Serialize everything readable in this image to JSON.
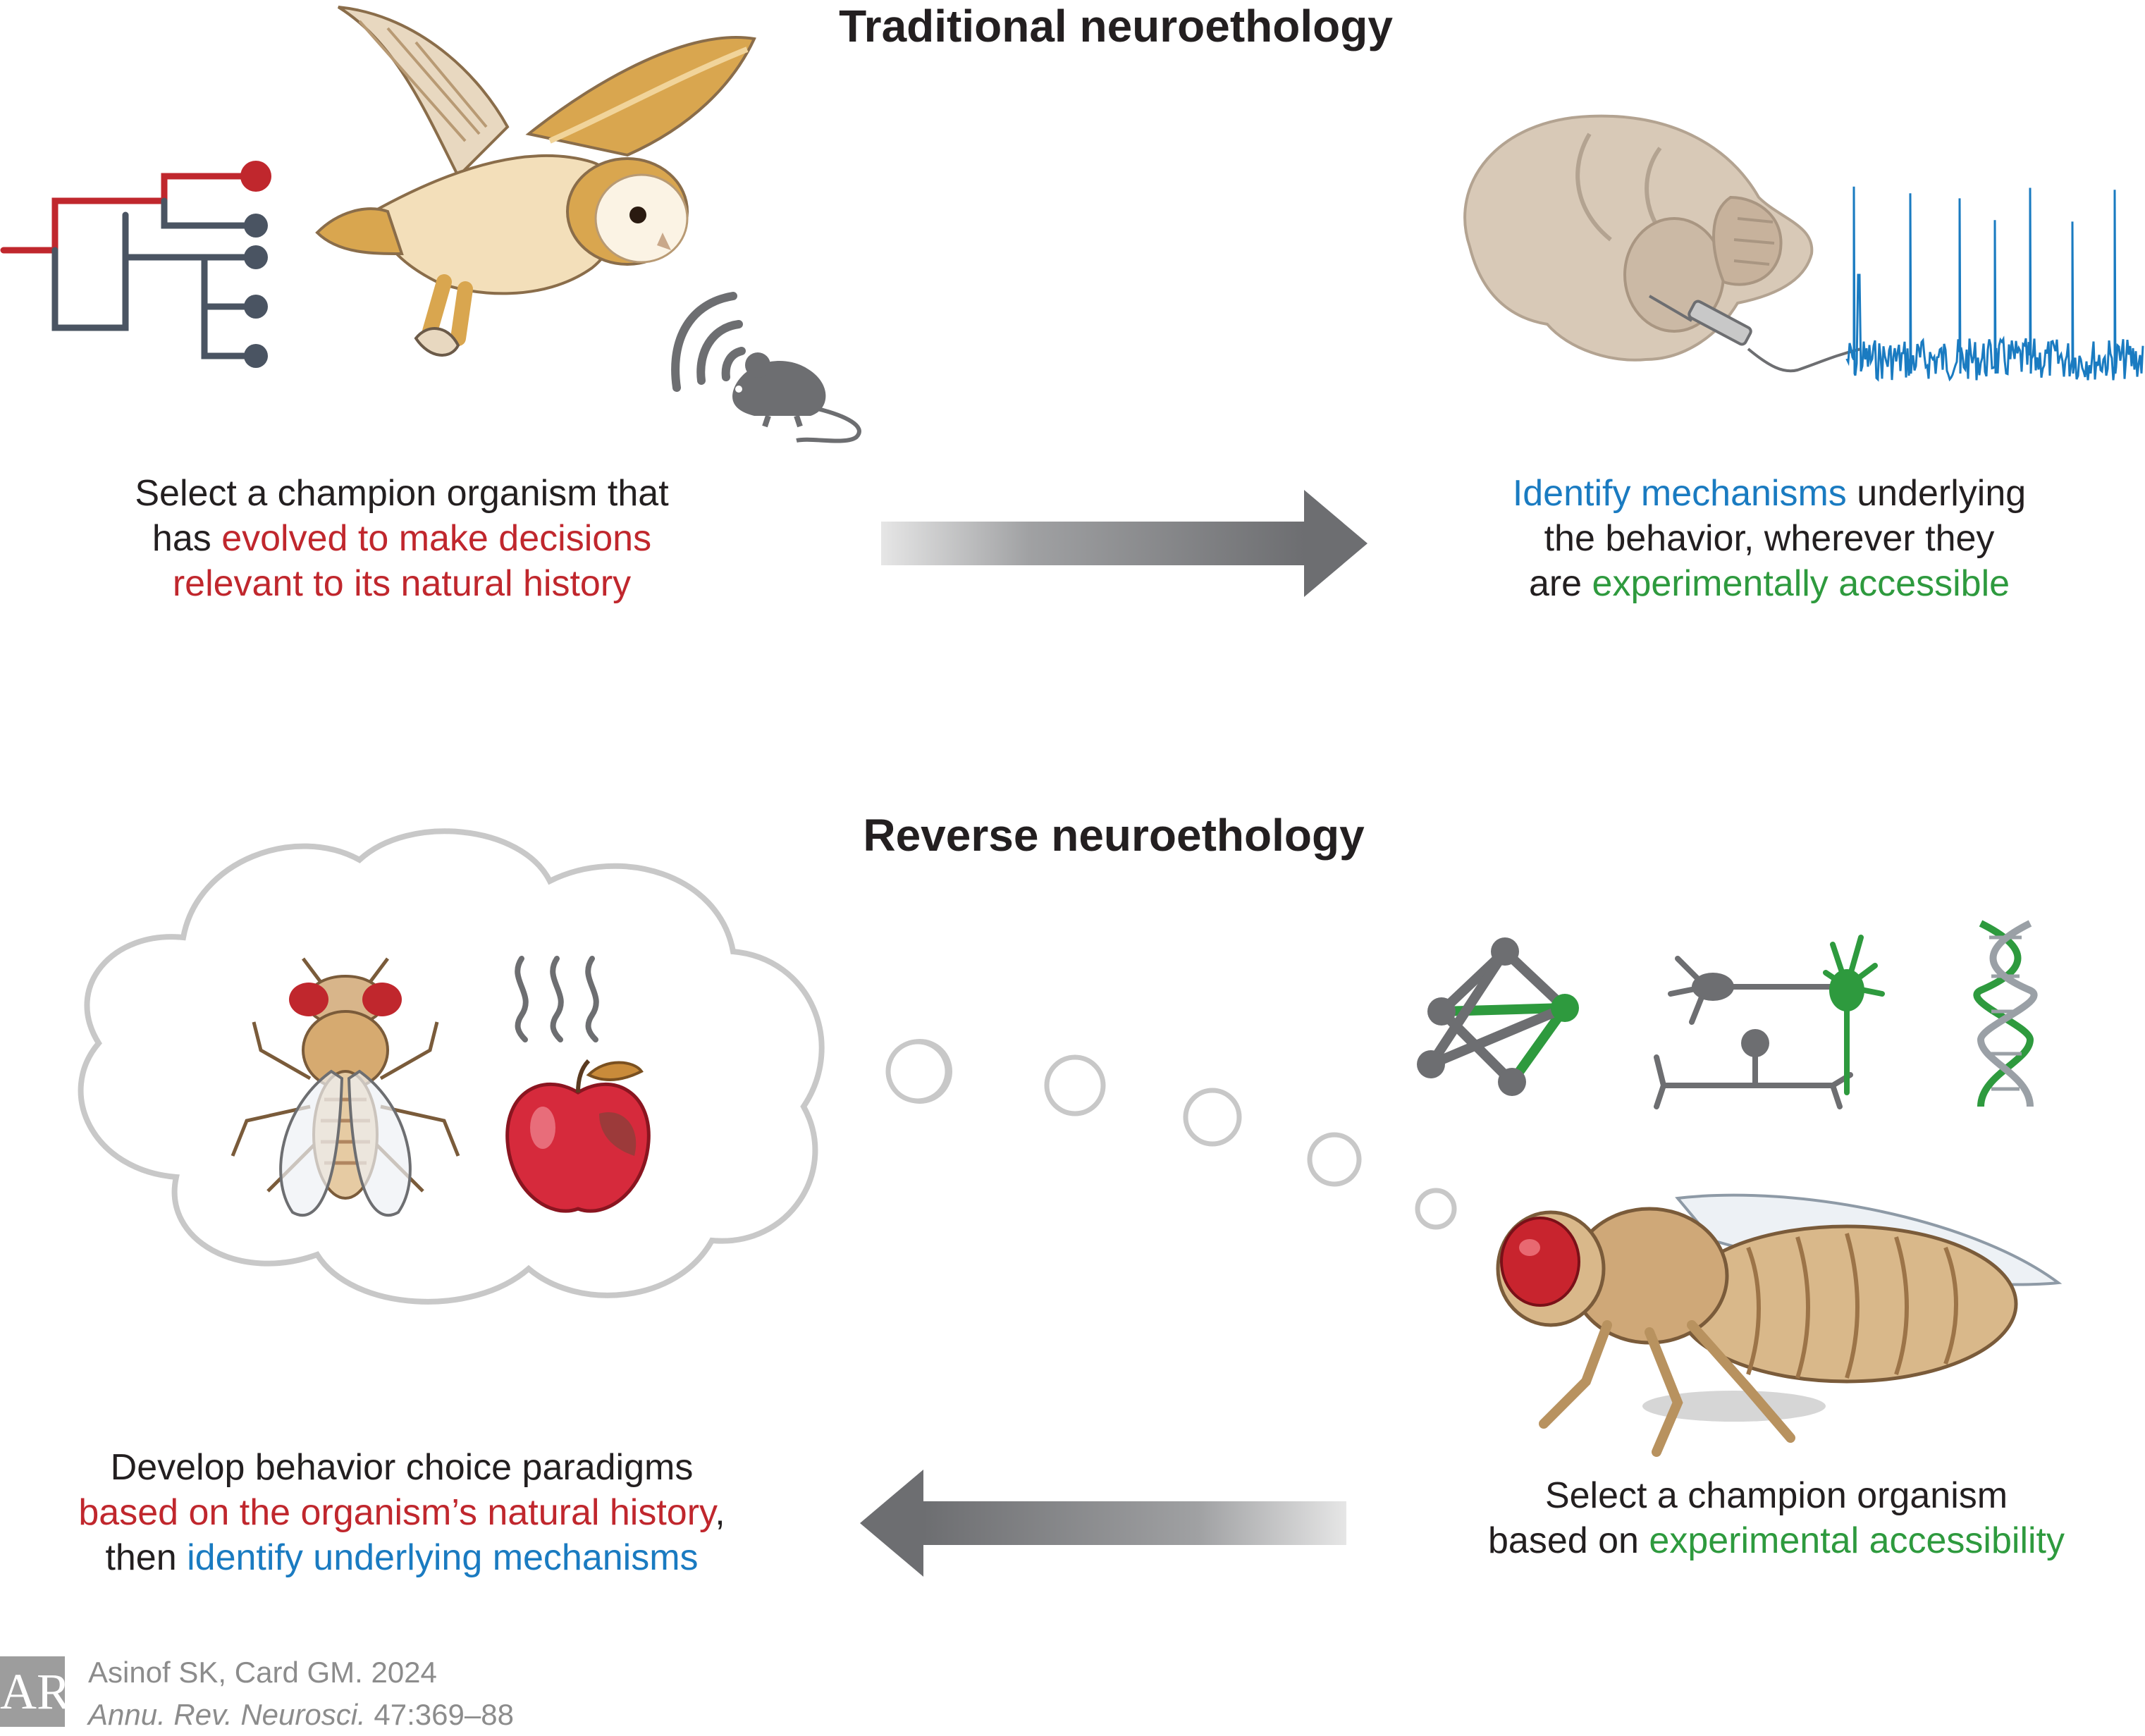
{
  "traditional": {
    "title": "Traditional neuroethology",
    "left_caption": {
      "line1": "Select a champion organism that",
      "line2_plain": "has ",
      "line2_red": "evolved to make decisions",
      "line3_red": "relevant to its natural history"
    },
    "right_caption": {
      "line1_blue": "Identify mechanisms",
      "line1_plain": " underlying",
      "line2": "the behavior, wherever they",
      "line3_plain": "are ",
      "line3_green": "experimentally accessible"
    }
  },
  "reverse": {
    "title": "Reverse neuroethology",
    "left_caption": {
      "line1": "Develop behavior choice paradigms",
      "line2_red": "based on the organism’s natural history",
      "line2_plain": ",",
      "line3_plain": "then ",
      "line3_blue": "identify underlying mechanisms"
    },
    "right_caption": {
      "line1": "Select a champion organism",
      "line2_plain": "based on ",
      "line2_green": "experimental accessibility"
    }
  },
  "citation": {
    "logo": "AR",
    "line1": "Asinof SK, Card GM. 2024",
    "line2_journal": "Annu. Rev. Neurosci.",
    "line2_rest": " 47:369–88"
  },
  "icons": [
    "phylogenetic-tree-icon",
    "barn-owl-icon",
    "sound-waves-icon",
    "mouse-icon",
    "brain-icon",
    "electrode-icon",
    "spike-trace-icon",
    "fruit-fly-icon",
    "apple-icon",
    "smell-waves-icon",
    "thought-cloud-icon",
    "network-graph-icon",
    "neurons-icon",
    "dna-icon",
    "fly-side-icon",
    "arrow-right-icon",
    "arrow-left-icon"
  ],
  "colors": {
    "red": "#c0272d",
    "blue": "#1a7bc1",
    "green": "#2e9a3e",
    "arrow": "#6d6e71"
  }
}
